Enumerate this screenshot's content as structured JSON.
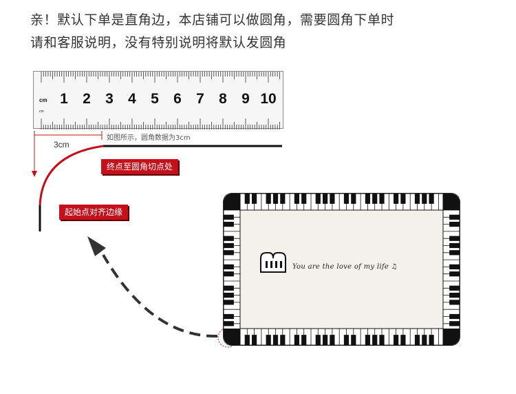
{
  "notice": {
    "line1": "亲！默认下单是直角边，本店铺可以做圆角，需要圆角下单时",
    "line2": "请和客服说明，没有特别说明将默认发圆角"
  },
  "ruler": {
    "unit": "cm",
    "unit_small": "cm",
    "numbers": [
      "1",
      "2",
      "3",
      "4",
      "5",
      "6",
      "7",
      "8",
      "9",
      "10"
    ]
  },
  "diagram": {
    "caption": "如图所示，圆角数据为3cm",
    "radius_label": "3cm",
    "end_tag": "终点至圆角切点处",
    "start_tag": "起始点对齐边缘",
    "accent_color": "#c3101a",
    "arrow_color": "#333333"
  },
  "mat": {
    "inscription": "You are the love of my life ♫",
    "border_color": "#111111",
    "panel_color": "#f3f1ec",
    "icon": "piano-icon"
  }
}
